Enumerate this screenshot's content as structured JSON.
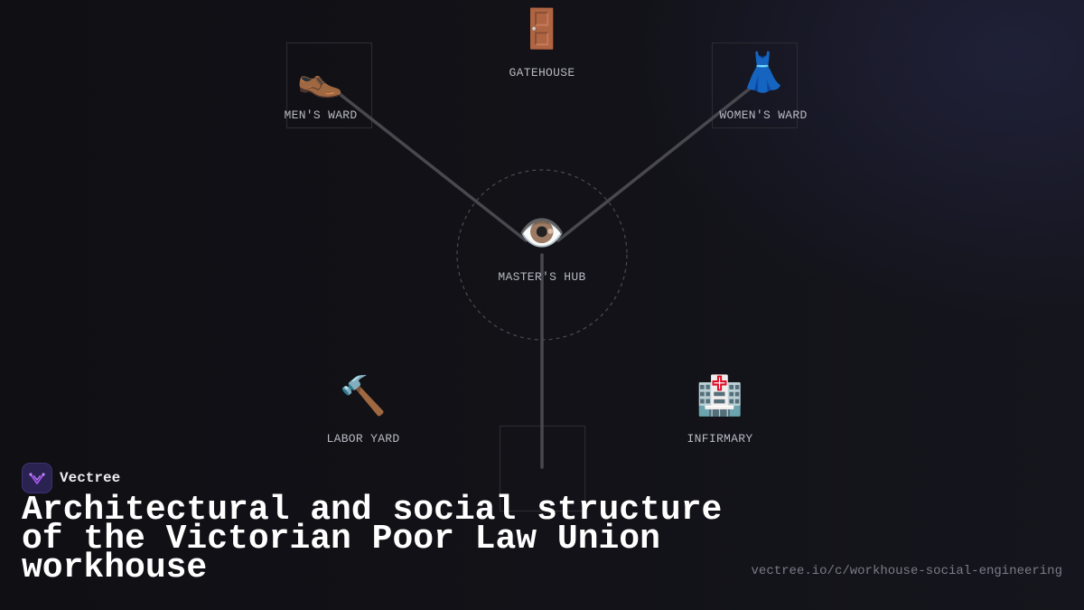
{
  "nodes": {
    "gatehouse": {
      "label": "GATEHOUSE",
      "icon": "door-icon",
      "glyph": "🚪"
    },
    "mens_ward": {
      "label": "MEN'S WARD",
      "icon": "shoe-icon",
      "glyph": "👞"
    },
    "womens_ward": {
      "label": "WOMEN'S WARD",
      "icon": "dress-icon",
      "glyph": "👗"
    },
    "masters_hub": {
      "label": "MASTER'S HUB",
      "icon": "eye-icon",
      "glyph": "👁️"
    },
    "labor_yard": {
      "label": "LABOR YARD",
      "icon": "hammer-icon",
      "glyph": "🔨"
    },
    "infirmary": {
      "label": "INFIRMARY",
      "icon": "hospital-icon",
      "glyph": "🏥"
    }
  },
  "brand": {
    "name": "Vectree"
  },
  "title": "Architectural and social structure of the Victorian Poor Law Union workhouse",
  "url": "vectree.io/c/workhouse-social-engineering",
  "colors": {
    "connector": "#48484e",
    "box_outline": "#2a2a31",
    "label": "#b9b9c3",
    "title": "#ffffff",
    "accent": "#a855f7"
  }
}
